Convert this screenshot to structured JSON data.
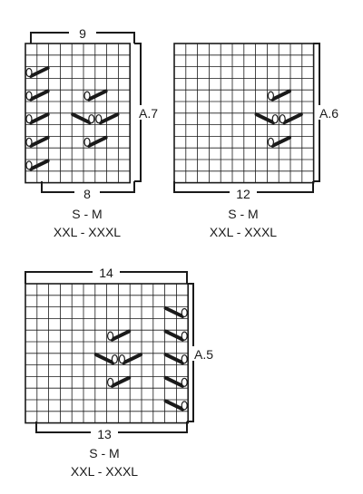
{
  "charts": [
    {
      "id": "A.7",
      "chart_label": "A.7",
      "columns": 9,
      "rows": 12,
      "top_count": "9",
      "bottom_count": "8",
      "size_line_1": "S - M",
      "size_line_2": "XXL - XXXL",
      "cables": [
        {
          "row": 2,
          "col": 0,
          "type": "right"
        },
        {
          "row": 4,
          "col": 0,
          "type": "right"
        },
        {
          "row": 6,
          "col": 0,
          "type": "right"
        },
        {
          "row": 8,
          "col": 0,
          "type": "right"
        },
        {
          "row": 10,
          "col": 0,
          "type": "right"
        },
        {
          "row": 4,
          "col": 5,
          "type": "right"
        },
        {
          "row": 6,
          "col": 4,
          "type": "left"
        },
        {
          "row": 6,
          "col": 6,
          "type": "right"
        },
        {
          "row": 8,
          "col": 5,
          "type": "right"
        }
      ]
    },
    {
      "id": "A.6",
      "chart_label": "A.6",
      "columns": 12,
      "rows": 12,
      "top_count": "",
      "bottom_count": "12",
      "size_line_1": "S - M",
      "size_line_2": "XXL - XXXL",
      "cables": [
        {
          "row": 4,
          "col": 8,
          "type": "right"
        },
        {
          "row": 6,
          "col": 7,
          "type": "left"
        },
        {
          "row": 6,
          "col": 9,
          "type": "right"
        },
        {
          "row": 8,
          "col": 8,
          "type": "right"
        }
      ]
    },
    {
      "id": "A.5",
      "chart_label": "A.5",
      "columns": 14,
      "rows": 12,
      "top_count": "14",
      "bottom_count": "13",
      "size_line_1": "S - M",
      "size_line_2": "XXL - XXXL",
      "cables": [
        {
          "row": 2,
          "col": 12,
          "type": "left"
        },
        {
          "row": 4,
          "col": 7,
          "type": "right"
        },
        {
          "row": 4,
          "col": 12,
          "type": "left"
        },
        {
          "row": 6,
          "col": 6,
          "type": "left"
        },
        {
          "row": 6,
          "col": 8,
          "type": "right"
        },
        {
          "row": 6,
          "col": 12,
          "type": "left"
        },
        {
          "row": 8,
          "col": 7,
          "type": "right"
        },
        {
          "row": 8,
          "col": 12,
          "type": "left"
        },
        {
          "row": 10,
          "col": 12,
          "type": "left"
        }
      ]
    }
  ]
}
